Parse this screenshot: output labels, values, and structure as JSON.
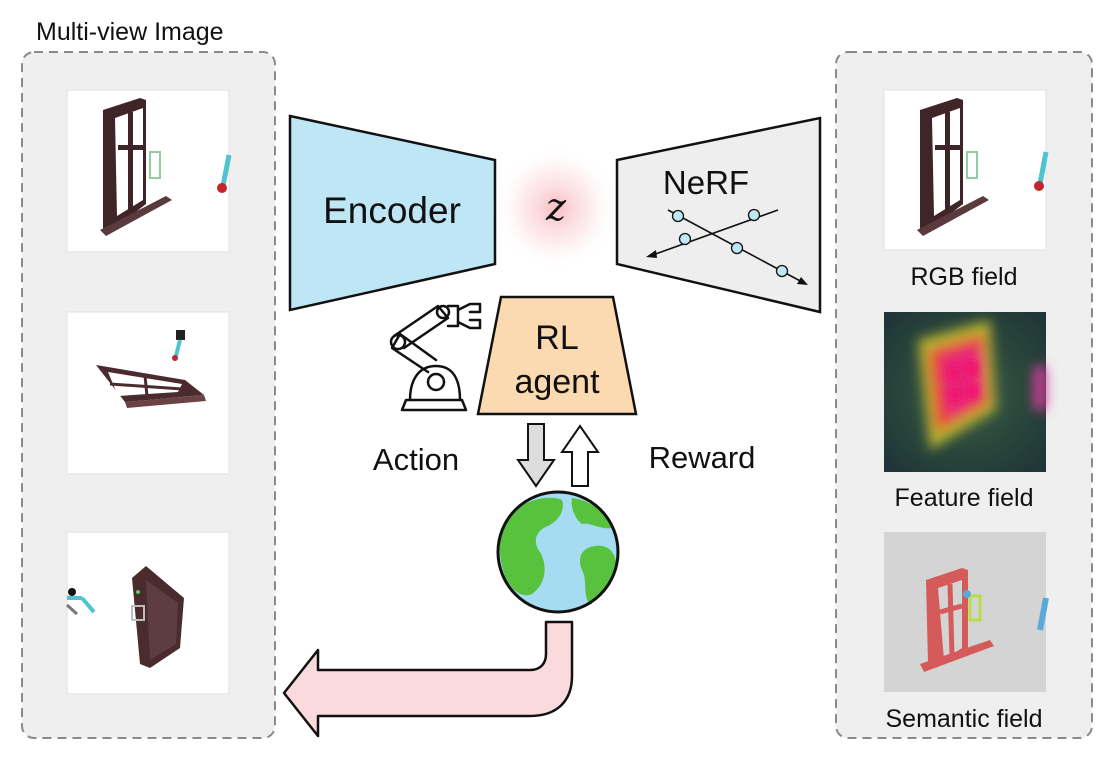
{
  "left_panel": {
    "title": "Multi-view Image",
    "views": [
      "view-1-window-front",
      "view-2-window-top",
      "view-3-window-side"
    ]
  },
  "encoder": {
    "label": "Encoder",
    "color": "#bfe6f5"
  },
  "latent": {
    "symbol": "z"
  },
  "nerf": {
    "label": "NeRF",
    "color": "#eeeeee"
  },
  "agent": {
    "label_line1": "RL",
    "label_line2": "agent",
    "color": "#fbd9b1"
  },
  "action": {
    "label": "Action"
  },
  "reward": {
    "label": "Reward"
  },
  "right_panel": {
    "fields": [
      {
        "label": "RGB field"
      },
      {
        "label": "Feature field"
      },
      {
        "label": "Semantic field"
      }
    ]
  },
  "icons": [
    "robot-arm-icon",
    "globe-icon"
  ],
  "colors": {
    "panel_bg": "#efefef",
    "window_brown": "#4a2c2f",
    "semantic_red": "#d55b5b",
    "globe_land": "#58c23f",
    "globe_ocean": "#a6dcf2",
    "return_arrow": "#fadadd"
  }
}
